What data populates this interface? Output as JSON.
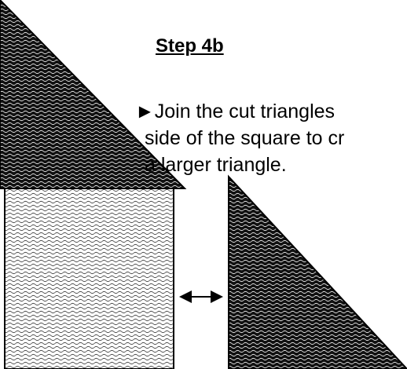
{
  "step": {
    "title": "Step 4b"
  },
  "instruction": {
    "bullet": "►",
    "line_1": "Join the cut triangles",
    "line_2": "side of the square to cr",
    "line_3": "a larger triangle."
  },
  "illustration": {
    "arrow": "double-headed-arrow",
    "dark_fabric_color": "#111111",
    "light_fabric_color": "#ffffff",
    "pattern": "zigzag-wave",
    "outline_color": "#000000"
  }
}
